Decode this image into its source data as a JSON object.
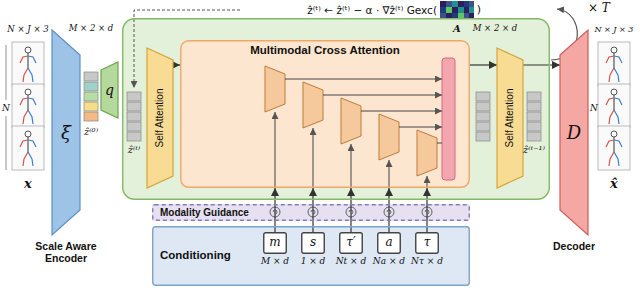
{
  "diagram": {
    "nodes": [
      {
        "text": [
          "ξ",
          "Scale Aware Encoder"
        ]
      },
      {
        "text": [
          "q"
        ]
      },
      {
        "text": [
          "× T"
        ]
      },
      {
        "text": [
          "Self Attention"
        ],
        "in": 2
      },
      {
        "text": [
          "Multimodal Cross Attention"
        ],
        "in": 2
      },
      {
        "text": [
          "Self Attention"
        ],
        "in": 2
      },
      {
        "text": [
          "D",
          "Decoder"
        ]
      },
      {
        "text": [
          "Modality Guidance"
        ]
      },
      {
        "text": [
          "Conditioning"
        ]
      },
      {
        "text": [
          "m",
          "M × d"
        ],
        "in": 8
      },
      {
        "text": [
          "s",
          "1 × d"
        ],
        "in": 8
      },
      {
        "text": [
          "τ′",
          "Nt × d"
        ],
        "in": 8
      },
      {
        "text": [
          "a",
          "Na × d"
        ],
        "in": 8
      },
      {
        "text": [
          "τ",
          "Nτ × d"
        ],
        "in": 8
      }
    ],
    "edges": [
      {
        "from": 3,
        "to": 4,
        "arrow": "to"
      },
      {
        "from": 4,
        "to": 5,
        "arrow": "to"
      },
      {
        "from": 5,
        "to": 6,
        "arrow": "to"
      },
      {
        "from": 9,
        "to": 4,
        "arrow": "to"
      },
      {
        "from": 10,
        "to": 4,
        "arrow": "to"
      },
      {
        "from": 11,
        "to": 4,
        "arrow": "to"
      },
      {
        "from": 12,
        "to": 4,
        "arrow": "to"
      },
      {
        "from": 13,
        "to": 4,
        "arrow": "to"
      }
    ],
    "labels": [
      "N × J × 3",
      "N",
      "x",
      "M × 2 × d",
      "ẑ⁽⁰⁾",
      "ẑ⁽ᵗ⁾ ← ẑ⁽ᵗ⁾ − α · ∇ẑ⁽ᵗ⁾ Gexc(",
      ")",
      "A",
      "ẑ⁽ᵗ⁾",
      "M × 2 × d",
      "ẑ⁽ᵗ⁻¹⁾",
      "N × J × 3",
      "N",
      "x̂"
    ]
  }
}
